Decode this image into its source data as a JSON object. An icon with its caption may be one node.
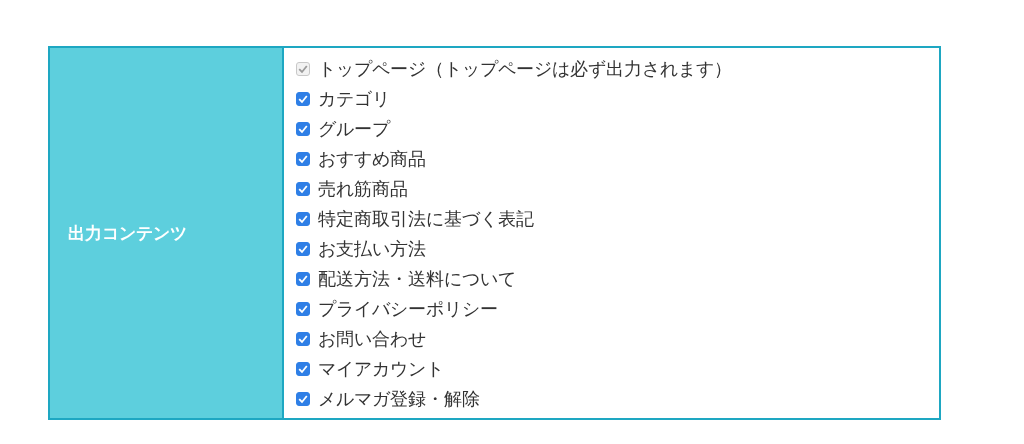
{
  "diagram": {
    "nodes": [
      {
        "text": [
          "出力コンテンツ"
        ]
      },
      {
        "text": [
          "トップページ（トップページは必ず出力されます）",
          "カテゴリ",
          "グループ",
          "おすすめ商品",
          "売れ筋商品",
          "特定商取引法に基づく表記",
          "お支払い方法",
          "配送方法・送料について",
          "プライバシーポリシー",
          "お問い合わせ",
          "マイアカウント",
          "メルマガ登録・解除"
        ]
      }
    ]
  }
}
